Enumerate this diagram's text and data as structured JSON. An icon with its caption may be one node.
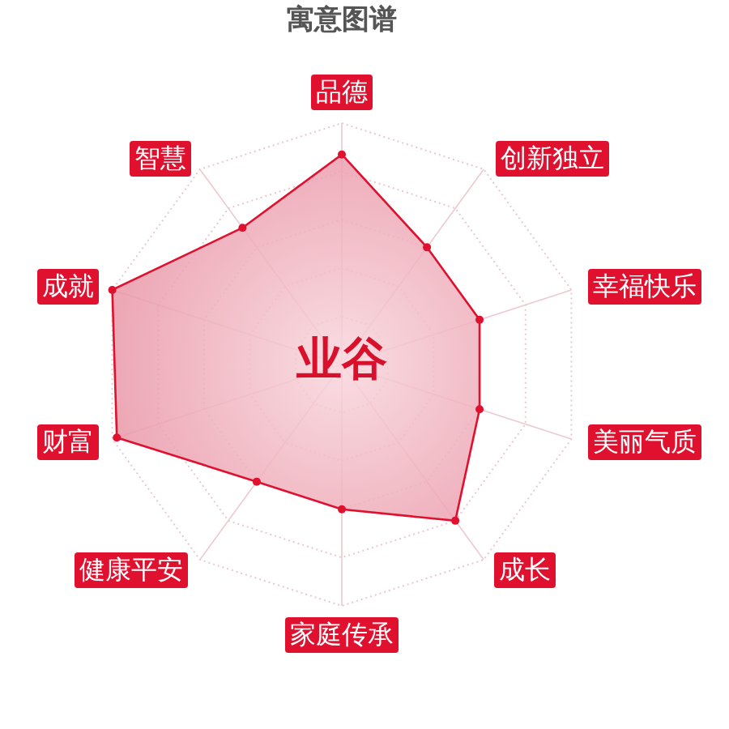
{
  "diagram": {
    "title": "寓意图谱",
    "labels": [
      "品德",
      "智慧",
      "创新独立",
      "成就",
      "幸福快乐",
      "业谷",
      "财富",
      "美丽气质",
      "健康平安",
      "成长",
      "家庭传承"
    ]
  }
}
